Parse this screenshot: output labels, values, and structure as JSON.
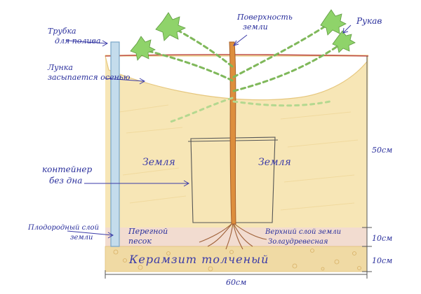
{
  "labels": {
    "tube": [
      "Трубка",
      "для полива"
    ],
    "hole": [
      "Лунка",
      "засыпается осенью"
    ],
    "surface": [
      "Поверхность",
      "земли"
    ],
    "sleeve": "Рукав",
    "container": [
      "контейнер",
      "без дна"
    ],
    "fertile_layer": [
      "Плодородный слой",
      "земли"
    ],
    "soil_left": "Земля",
    "soil_right": "Земля",
    "humus": [
      "Перегной",
      "песок"
    ],
    "topsoil": [
      "Верхний слой земли",
      "Золаудревесная"
    ],
    "expanded_clay": "Керамзит толченый",
    "dim_50": "50см",
    "dim_10a": "10см",
    "dim_10b": "10см",
    "dim_60": "60см"
  },
  "colors": {
    "soil": "#f3dca0",
    "soil_edge": "#e9c67c",
    "tube_fill": "#bcd6ea",
    "tube_edge": "#7aa6c8",
    "humus_layer": "#f1d8c8",
    "clay_layer": "#efd9a3",
    "trunk": "#d98a3a",
    "leaf": "#8ed46a",
    "ink": "#2a2f9c",
    "ground_line": "#c0504a"
  }
}
